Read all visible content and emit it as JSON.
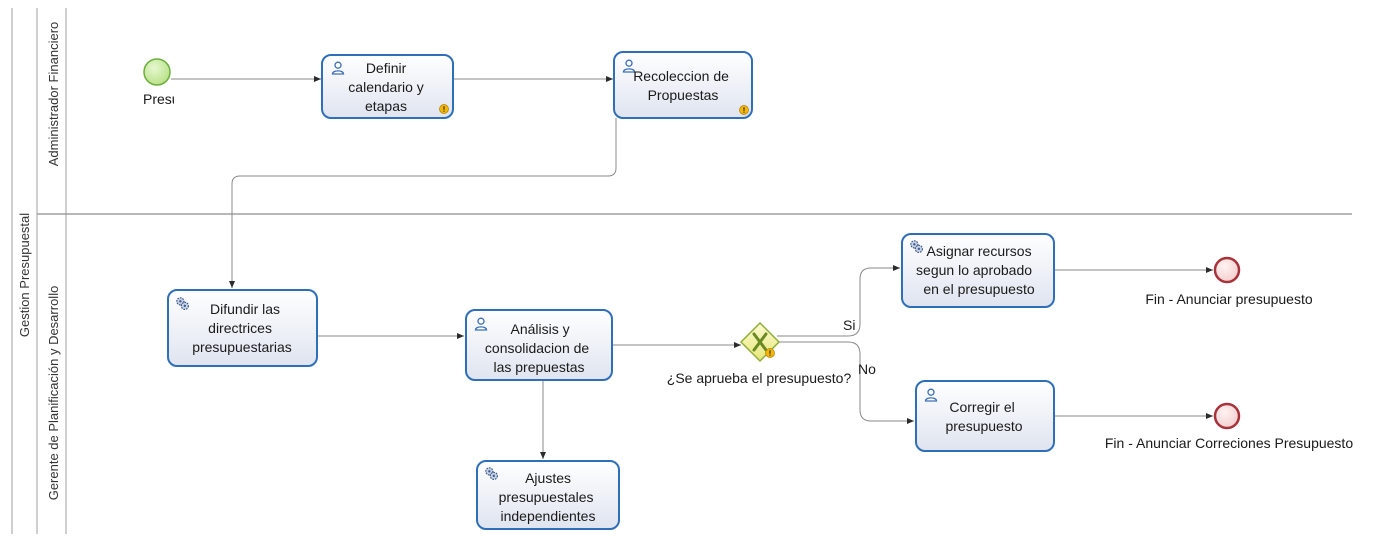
{
  "pool": {
    "label": "Gestion Presupuestal"
  },
  "lanes": [
    {
      "id": "lane-admin",
      "label": "Administrador Financiero"
    },
    {
      "id": "lane-gerente",
      "label": "Gerente de Planificación y Desarrollo"
    }
  ],
  "events": {
    "start": {
      "label": "Presu"
    },
    "end_presupuesto": {
      "label": "Fin -  Anunciar presupuesto"
    },
    "end_correcciones": {
      "label": "Fin - Anunciar Correciones Presupuesto"
    }
  },
  "tasks": {
    "definir": {
      "lines": [
        "Definir",
        "calendario y",
        "etapas"
      ],
      "type": "user",
      "warning": true
    },
    "recoleccion": {
      "lines": [
        "Recoleccion de",
        "Propuestas"
      ],
      "type": "user",
      "warning": true
    },
    "difundir": {
      "lines": [
        "Difundir las",
        "directrices",
        "presupuestarias"
      ],
      "type": "service",
      "warning": false
    },
    "analisis": {
      "lines": [
        "Análisis y",
        "consolidacion de",
        "las prepuestas"
      ],
      "type": "user",
      "warning": false
    },
    "ajustes": {
      "lines": [
        "Ajustes",
        "presupuestales",
        "independientes"
      ],
      "type": "service",
      "warning": false
    },
    "asignar": {
      "lines": [
        "Asignar recursos",
        "segun lo aprobado",
        "en el presupuesto"
      ],
      "type": "service",
      "warning": false
    },
    "corregir": {
      "lines": [
        "Corregir el",
        "presupuesto"
      ],
      "type": "user",
      "warning": false
    }
  },
  "gateway": {
    "label": "¿Se aprueba el presupuesto?",
    "type": "exclusive",
    "warning": true
  },
  "flows": {
    "si_label": "Si",
    "no_label": "No"
  },
  "colors": {
    "task_border": "#2f6fb7",
    "task_fill_top": "#ffffff",
    "task_fill_bottom": "#dfe4f0",
    "start_fill": "#c8eca0",
    "start_stroke": "#6cae3c",
    "end_fill": "#f7dcdc",
    "end_stroke": "#a8323a",
    "gateway_fill": "#f4f3a8",
    "gateway_stroke": "#8fae3a",
    "flow_line": "#8a8a8a",
    "lane_line": "#a0a0a0",
    "icon_user": "#3a6fb5",
    "warning": "#f2b800"
  }
}
